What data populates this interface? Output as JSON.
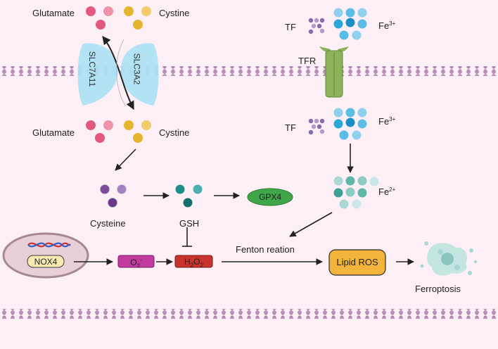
{
  "labels": {
    "glutamate_top": "Glutamate",
    "cystine_top": "Cystine",
    "glutamate_mid": "Glutamate",
    "cystine_mid": "Cystine",
    "slc7a11": "SLC7A11",
    "slc3a2": "SLC3A2",
    "tf_top": "TF",
    "tf_mid": "TF",
    "tfr": "TFR",
    "fe3_top": "Fe",
    "fe3_top_sup": "3+",
    "fe3_mid": "Fe",
    "fe3_mid_sup": "3+",
    "fe2": "Fe",
    "fe2_sup": "2+",
    "cysteine": "Cysteine",
    "gsh": "GSH",
    "gpx4": "GPX4",
    "nox4": "NOX4",
    "o2": "O",
    "o2_sub": "2",
    "o2_sup": "-",
    "h2o2_h": "H",
    "h2o2_sub1": "2",
    "h2o2_o": "O",
    "h2o2_sub2": "2",
    "fenton": "Fenton reation",
    "lipid_ros": "Lipid ROS",
    "ferroptosis": "Ferroptosis"
  },
  "colors": {
    "background": "#fcf0f6",
    "membrane": "#b68bb6",
    "glutamate": "#e2587f",
    "cystine": "#e6b530",
    "cysteine": "#7c4c9c",
    "gsh": "#1f8b8b",
    "gpx4": "#3fa64a",
    "transporter": "#aee0f2",
    "tfr": "#8db35a",
    "iron3": "#2aa6d8",
    "iron2": "#7ec8c0",
    "o2_box": "#c03aa0",
    "h2o2_box": "#c9332d",
    "lipid_ros": "#f2b43a",
    "nox4_box": "#f6eab2",
    "nucleus": "#e8cfd8",
    "ferroptosis": "#9fd4cc"
  }
}
